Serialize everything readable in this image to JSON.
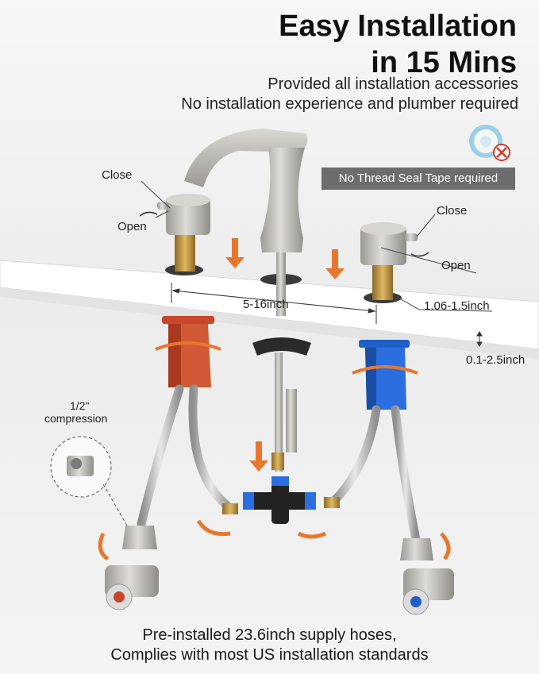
{
  "header": {
    "title_line1": "Easy Installation",
    "title_line2": "in 15 Mins",
    "subtitle_line1": "Provided all installation accessories",
    "subtitle_line2": "No installation experience and plumber required"
  },
  "badge": {
    "tape_text": "No Thread Seal Tape required"
  },
  "labels": {
    "left_close": "Close",
    "left_open": "Open",
    "right_close": "Close",
    "right_open": "Open",
    "spread": "5-16inch",
    "hole_size": "1.06-1.5inch",
    "deck_thickness": "0.1-2.5inch",
    "compression_line1": "1/2\"",
    "compression_line2": "compression"
  },
  "footer": {
    "line1": "Pre-installed 23.6inch supply hoses,",
    "line2": "Complies with most US installation standards"
  },
  "colors": {
    "accent_orange": "#e8772e",
    "hot_valve": "#c8472a",
    "cold_valve": "#1f5fc8",
    "badge_gray": "#6d6d6d",
    "nickel": "#b8b6b1"
  },
  "icons": [
    "arrow-down-icon",
    "rotate-arrow-icon",
    "no-tape-icon"
  ]
}
